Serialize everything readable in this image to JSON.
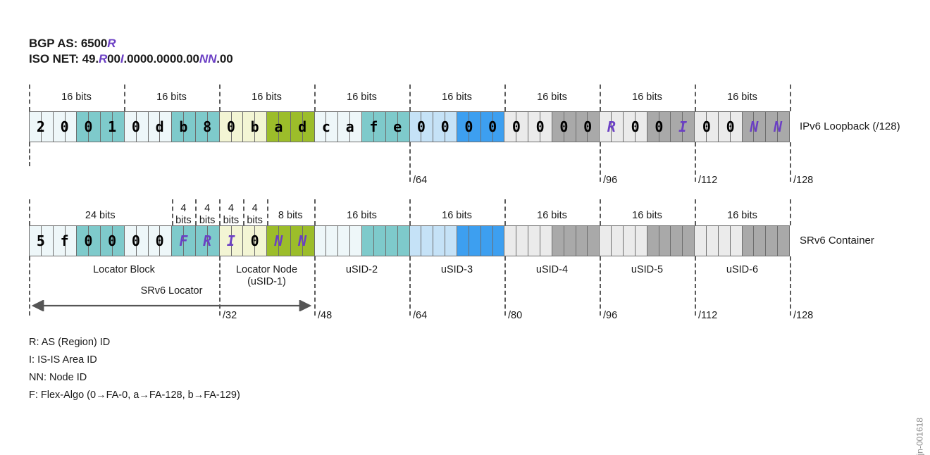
{
  "header": {
    "bgp_as": {
      "prefix": "BGP AS: 6500",
      "var": "R"
    },
    "iso_net": {
      "p1": "ISO NET: 49.",
      "v1": "R",
      "p2": "00",
      "v2": "I",
      "p3": ".0000.0000.00",
      "v3": "NN",
      "p4": ".00"
    }
  },
  "ipv6_row": {
    "label": "IPv6 Loopback (/128)",
    "bits_labels": [
      "16 bits",
      "16 bits",
      "16 bits",
      "16 bits",
      "16 bits",
      "16 bits",
      "16 bits",
      "16 bits"
    ],
    "hex": [
      "2",
      "0",
      "0",
      "1",
      "0",
      "d",
      "b",
      "8",
      "0",
      "b",
      "a",
      "d",
      "c",
      "a",
      "f",
      "e",
      "0",
      "0",
      "0",
      "0",
      "0",
      "0",
      "0",
      "0",
      "R",
      "0",
      "0",
      "I",
      "0",
      "0",
      "N",
      "N"
    ],
    "variables": [
      "R",
      "I",
      "N",
      "N"
    ],
    "offsets": [
      {
        "label": "/64",
        "bit": 64
      },
      {
        "label": "/96",
        "bit": 96
      },
      {
        "label": "/112",
        "bit": 112
      },
      {
        "label": "/128",
        "bit": 128
      }
    ],
    "cell_colors": [
      "#eef7f9",
      "#eef7f9",
      "#eef7f9",
      "#eef7f9",
      "#7ecacb",
      "#7ecacb",
      "#7ecacb",
      "#7ecacb",
      "#eef7f9",
      "#eef7f9",
      "#eef7f9",
      "#eef7f9",
      "#7ecacb",
      "#7ecacb",
      "#7ecacb",
      "#7ecacb",
      "#f3f5d4",
      "#f3f5d4",
      "#f3f5d4",
      "#f3f5d4",
      "#9cbd2a",
      "#9cbd2a",
      "#9cbd2a",
      "#9cbd2a",
      "#eef7f9",
      "#eef7f9",
      "#eef7f9",
      "#eef7f9",
      "#7ecacb",
      "#7ecacb",
      "#7ecacb",
      "#7ecacb",
      "#c5e2f7",
      "#c5e2f7",
      "#c5e2f7",
      "#c5e2f7",
      "#3d9ff0",
      "#3d9ff0",
      "#3d9ff0",
      "#3d9ff0",
      "#ebebeb",
      "#ebebeb",
      "#ebebeb",
      "#ebebeb",
      "#a9a9a9",
      "#a9a9a9",
      "#a9a9a9",
      "#a9a9a9",
      "#ebebeb",
      "#ebebeb",
      "#ebebeb",
      "#ebebeb",
      "#a9a9a9",
      "#a9a9a9",
      "#a9a9a9",
      "#a9a9a9",
      "#ebebeb",
      "#ebebeb",
      "#ebebeb",
      "#ebebeb",
      "#a9a9a9",
      "#a9a9a9",
      "#a9a9a9",
      "#a9a9a9"
    ]
  },
  "srv6_row": {
    "label": "SRv6 Container",
    "bits_labels": [
      {
        "text": "24 bits",
        "lines": [
          "24 bits"
        ]
      },
      {
        "text": "4 bits",
        "lines": [
          "4",
          "bits"
        ]
      },
      {
        "text": "4 bits",
        "lines": [
          "4",
          "bits"
        ]
      },
      {
        "text": "4 bits",
        "lines": [
          "4",
          "bits"
        ]
      },
      {
        "text": "4 bits",
        "lines": [
          "4",
          "bits"
        ]
      },
      {
        "text": "8 bits",
        "lines": [
          "8 bits"
        ]
      },
      {
        "text": "16 bits",
        "lines": [
          "16 bits"
        ]
      },
      {
        "text": "16 bits",
        "lines": [
          "16 bits"
        ]
      },
      {
        "text": "16 bits",
        "lines": [
          "16 bits"
        ]
      },
      {
        "text": "16 bits",
        "lines": [
          "16 bits"
        ]
      },
      {
        "text": "16 bits",
        "lines": [
          "16 bits"
        ]
      }
    ],
    "hex": [
      "5",
      "f",
      "0",
      "0",
      "0",
      "0",
      "F",
      "R",
      "I",
      "0",
      "N",
      "N"
    ],
    "variables": [
      "F",
      "R",
      "I",
      "N",
      "N"
    ],
    "sublabels": [
      {
        "lines": [
          "Locator Block"
        ]
      },
      {
        "lines": [
          "Locator Node",
          "(uSID-1)"
        ]
      },
      {
        "lines": [
          "uSID-2"
        ]
      },
      {
        "lines": [
          "uSID-3"
        ]
      },
      {
        "lines": [
          "uSID-4"
        ]
      },
      {
        "lines": [
          "uSID-5"
        ]
      },
      {
        "lines": [
          "uSID-6"
        ]
      }
    ],
    "locator_label": "SRv6 Locator",
    "offsets": [
      {
        "label": "/32",
        "bit": 32
      },
      {
        "label": "/48",
        "bit": 48
      },
      {
        "label": "/64",
        "bit": 64
      },
      {
        "label": "/80",
        "bit": 80
      },
      {
        "label": "/96",
        "bit": 96
      },
      {
        "label": "/112",
        "bit": 112
      },
      {
        "label": "/128",
        "bit": 128
      }
    ],
    "cell_colors": [
      "#eef7f9",
      "#eef7f9",
      "#eef7f9",
      "#eef7f9",
      "#7ecacb",
      "#7ecacb",
      "#7ecacb",
      "#7ecacb",
      "#eef7f9",
      "#eef7f9",
      "#eef7f9",
      "#eef7f9",
      "#7ecacb",
      "#7ecacb",
      "#7ecacb",
      "#7ecacb",
      "#f3f5d4",
      "#f3f5d4",
      "#f3f5d4",
      "#f3f5d4",
      "#9cbd2a",
      "#9cbd2a",
      "#9cbd2a",
      "#9cbd2a",
      "#eef7f9",
      "#eef7f9",
      "#eef7f9",
      "#eef7f9",
      "#7ecacb",
      "#7ecacb",
      "#7ecacb",
      "#7ecacb",
      "#c5e2f7",
      "#c5e2f7",
      "#c5e2f7",
      "#c5e2f7",
      "#3d9ff0",
      "#3d9ff0",
      "#3d9ff0",
      "#3d9ff0",
      "#ebebeb",
      "#ebebeb",
      "#ebebeb",
      "#ebebeb",
      "#a9a9a9",
      "#a9a9a9",
      "#a9a9a9",
      "#a9a9a9",
      "#ebebeb",
      "#ebebeb",
      "#ebebeb",
      "#ebebeb",
      "#a9a9a9",
      "#a9a9a9",
      "#a9a9a9",
      "#a9a9a9",
      "#ebebeb",
      "#ebebeb",
      "#ebebeb",
      "#ebebeb",
      "#a9a9a9",
      "#a9a9a9",
      "#a9a9a9",
      "#a9a9a9"
    ]
  },
  "legend": [
    "R: AS (Region) ID",
    "I: IS-IS Area ID",
    "NN: Node ID",
    "F: Flex-Algo (0→FA-0, a→FA-128, b→FA-129)"
  ],
  "watermark": "jn-001618",
  "colors": {
    "variable_purple": "#6b3fc4",
    "teal": "#7ecacb",
    "teal_light": "#eef7f9",
    "cream": "#f3f5d4",
    "olive": "#9cbd2a",
    "blue": "#3d9ff0",
    "blue_light": "#c5e2f7",
    "gray": "#a9a9a9",
    "gray_light": "#ebebeb",
    "stroke": "#6d6d6d"
  }
}
